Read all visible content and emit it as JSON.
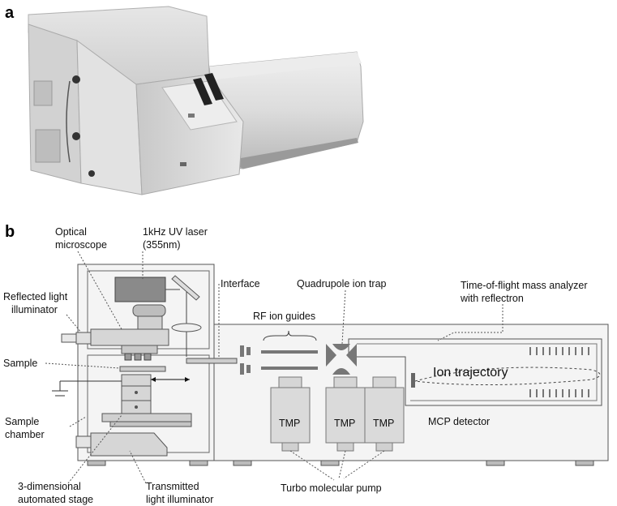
{
  "panels": {
    "a": "a",
    "b": "b"
  },
  "labels": {
    "optical_microscope": [
      "Optical",
      "microscope"
    ],
    "uv_laser": [
      "1kHz UV laser",
      "(355nm)"
    ],
    "reflected_light": [
      "Reflected light",
      "illuminator"
    ],
    "interface": "Interface",
    "quadrupole": "Quadrupole ion trap",
    "tof": [
      "Time-of-flight mass analyzer",
      "with reflectron"
    ],
    "rf_guides": "RF ion guides",
    "sample": "Sample",
    "ion_trajectory": "Ion trajectory",
    "sample_chamber": [
      "Sample",
      "chamber"
    ],
    "mcp": "MCP detector",
    "stage": [
      "3-dimensional",
      "automated stage"
    ],
    "transmitted": [
      "Transmitted",
      "light illuminator"
    ],
    "turbo": "Turbo molecular pump",
    "tmp": [
      "TMP",
      "TMP",
      "TMP"
    ]
  },
  "colors": {
    "fill": "#d9d9d9",
    "dark": "#8a8a8a",
    "line": "#333333"
  }
}
